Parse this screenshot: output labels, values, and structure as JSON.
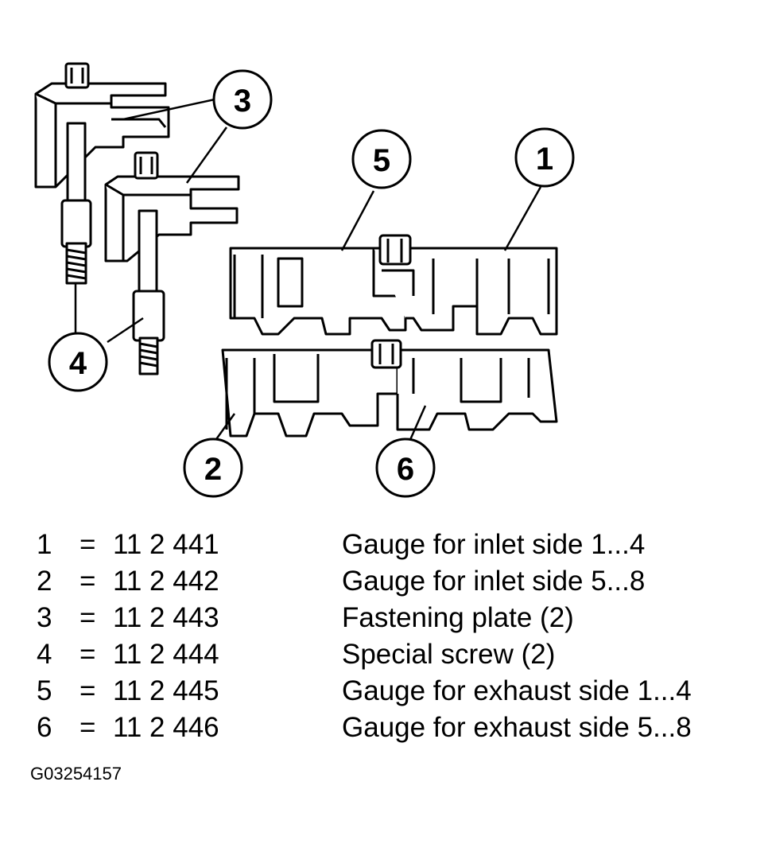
{
  "callouts": [
    "1",
    "2",
    "3",
    "4",
    "5",
    "6"
  ],
  "legend": [
    {
      "num": "1",
      "eq": "=",
      "part": "11 2 441",
      "desc": "Gauge for inlet side 1...4"
    },
    {
      "num": "2",
      "eq": "=",
      "part": "11 2 442",
      "desc": "Gauge for inlet side 5...8"
    },
    {
      "num": "3",
      "eq": "=",
      "part": "11 2 443",
      "desc": "Fastening plate (2)"
    },
    {
      "num": "4",
      "eq": "=",
      "part": "11 2 444",
      "desc": "Special screw (2)"
    },
    {
      "num": "5",
      "eq": "=",
      "part": "11 2 445",
      "desc": "Gauge for exhaust side 1...4"
    },
    {
      "num": "6",
      "eq": "=",
      "part": "11 2 446",
      "desc": "Gauge for exhaust side 5...8"
    }
  ],
  "figure_id": "G03254157"
}
